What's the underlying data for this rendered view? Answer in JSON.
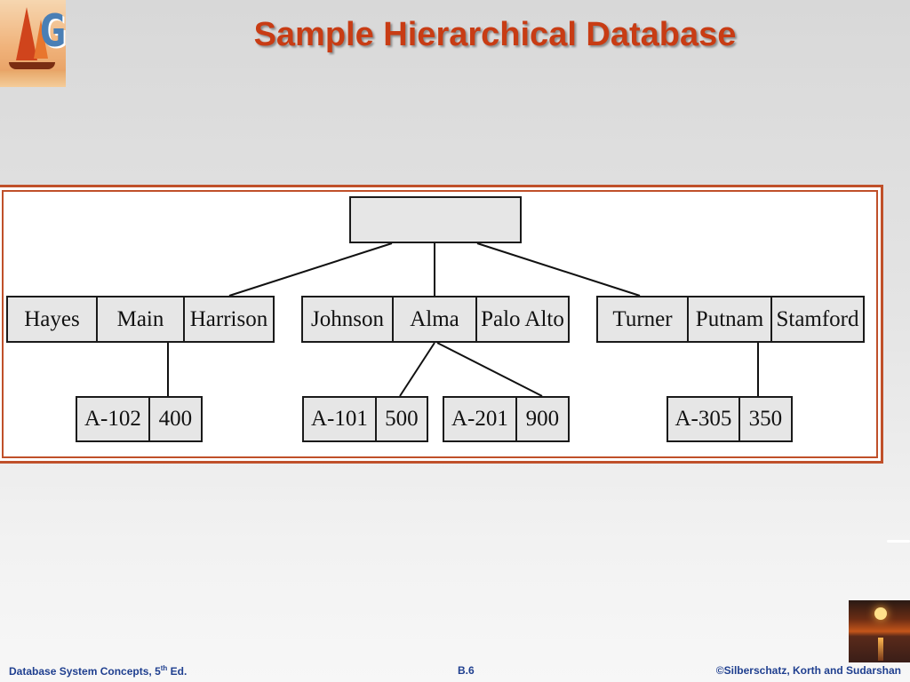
{
  "title": "Sample Hierarchical Database",
  "diagram": {
    "customers": [
      {
        "name": "Hayes",
        "street": "Main",
        "city": "Harrison"
      },
      {
        "name": "Johnson",
        "street": "Alma",
        "city": "Palo Alto"
      },
      {
        "name": "Turner",
        "street": "Putnam",
        "city": "Stamford"
      }
    ],
    "accounts": [
      {
        "number": "A-102",
        "balance": "400"
      },
      {
        "number": "A-101",
        "balance": "500"
      },
      {
        "number": "A-201",
        "balance": "900"
      },
      {
        "number": "A-305",
        "balance": "350"
      }
    ]
  },
  "footer": {
    "book": "Database System Concepts, 5",
    "book_sup": "th",
    "book_suffix": " Ed.",
    "page": "B.6",
    "copyright": "©Silberschatz, Korth and Sudarshan"
  },
  "colors": {
    "title": "#c83c14",
    "frame": "#c0502a",
    "footer": "#1f3f8f"
  }
}
